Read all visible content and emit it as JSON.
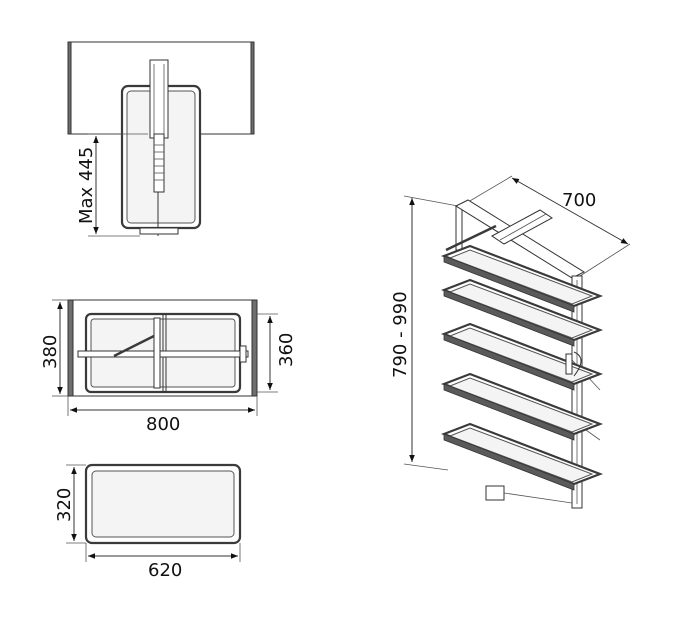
{
  "dimensions": {
    "depth_max": "Max 445",
    "cabinet_depth": "380",
    "inner_depth": "360",
    "cabinet_width": "800",
    "tray_depth": "320",
    "tray_width": "620",
    "unit_width": "700",
    "height_range": "790 - 990"
  },
  "colors": {
    "line": "#333333",
    "cabinet_fill": "#6e6e6e",
    "background": "#ffffff"
  }
}
